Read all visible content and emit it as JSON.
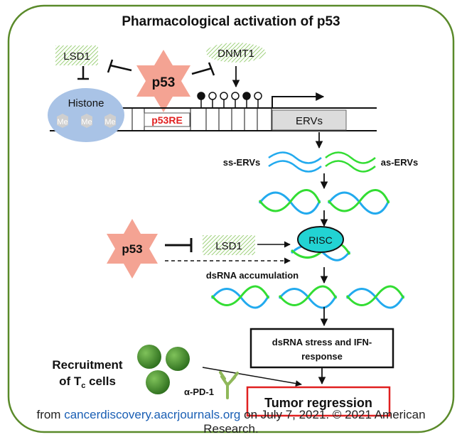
{
  "title": "Pharmacological activation of p53",
  "labels": {
    "lsd1_top": "LSD1",
    "dnmt1": "DNMT1",
    "p53_top": "p53",
    "histone": "Histone",
    "me": "Me",
    "p53re": "p53RE",
    "ervs": "ERVs",
    "ss_ervs": "ss-ERVs",
    "as_ervs": "as-ERVs",
    "p53_mid": "p53",
    "lsd1_mid": "LSD1",
    "risc": "RISC",
    "dsrna_accum": "dsRNA accumulation",
    "stress_line1": "dsRNA stress and IFN-",
    "stress_line2": "response",
    "recruit_line1": "Recruitment",
    "recruit_line2_pre": "of T",
    "recruit_sub": "c",
    "recruit_line2_post": " cells",
    "apd1": "α-PD-1",
    "tumor": "Tumor regression"
  },
  "footer": {
    "prefix": "from ",
    "link": "cancerdiscovery.aacrjournals.org",
    "suffix": " on July 7, 2021. © 2021 American",
    "line2": "Research."
  },
  "colors": {
    "border": "#5a8a2a",
    "star": "#f4a393",
    "histone": "#a9c3e6",
    "p53re_text": "#e02020",
    "risc": "#22d3d3",
    "strand_blue": "#22aaee",
    "strand_green": "#33dd33",
    "tumor_border": "#e02020",
    "cell": "#3c8c28"
  },
  "cpg_sites": [
    "filled",
    "open",
    "open",
    "open",
    "filled",
    "open"
  ]
}
